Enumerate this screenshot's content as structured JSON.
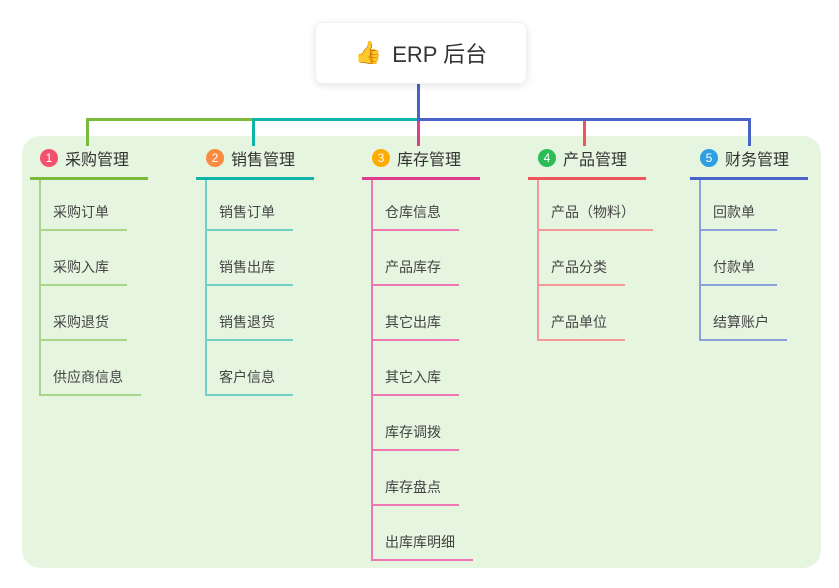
{
  "root": {
    "icon": "thumbs-up",
    "icon_glyph": "👍",
    "label": "ERP 后台"
  },
  "branches": [
    {
      "num": "1",
      "label": "采购管理",
      "line_color": "#7cba3d",
      "child_line_color": "#a9d489",
      "badge_color": "#f4516c",
      "children": [
        "采购订单",
        "采购入库",
        "采购退货",
        "供应商信息"
      ]
    },
    {
      "num": "2",
      "label": "销售管理",
      "line_color": "#0fb3a7",
      "child_line_color": "#72cfc6",
      "badge_color": "#fb8b41",
      "children": [
        "销售订单",
        "销售出库",
        "销售退货",
        "客户信息"
      ]
    },
    {
      "num": "3",
      "label": "库存管理",
      "line_color": "#dd3d8e",
      "child_line_color": "#ee77b4",
      "badge_color": "#ffab00",
      "children": [
        "仓库信息",
        "产品库存",
        "其它出库",
        "其它入库",
        "库存调拨",
        "库存盘点",
        "出库库明细"
      ]
    },
    {
      "num": "4",
      "label": "产品管理",
      "line_color": "#f0555c",
      "child_line_color": "#f59898",
      "badge_color": "#2cbd57",
      "children": [
        "产品（物料）",
        "产品分类",
        "产品单位"
      ]
    },
    {
      "num": "5",
      "label": "财务管理",
      "line_color": "#4a63c8",
      "child_line_color": "#8aa0dd",
      "badge_color": "#2e9fe0",
      "children": [
        "回款单",
        "付款单",
        "结算账户"
      ]
    }
  ],
  "colors": {
    "root_connector": "#4a63c8",
    "panel_background": "#e5f5df",
    "header_text": "#333333",
    "child_text": "#454545"
  }
}
